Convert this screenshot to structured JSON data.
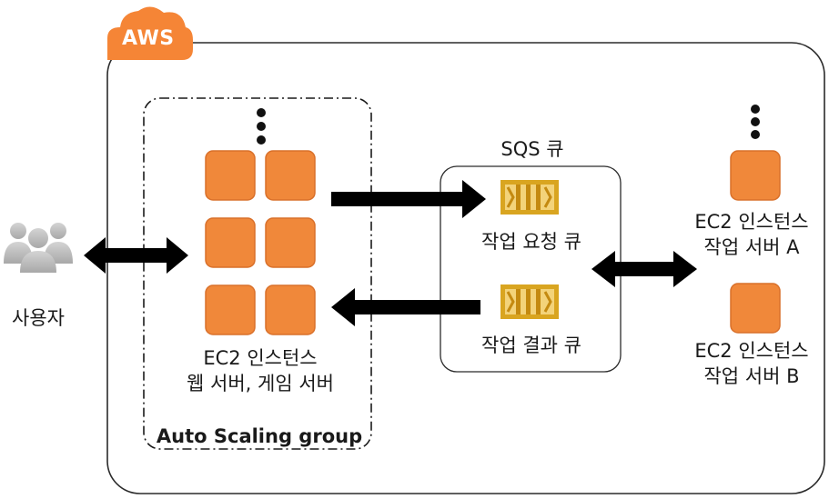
{
  "cloud": {
    "label": "AWS"
  },
  "user": {
    "label": "사용자"
  },
  "asg": {
    "label": "Auto Scaling group",
    "instances_line1": "EC2 인스턴스",
    "instances_line2": "웹 서버, 게임 서버"
  },
  "sqs": {
    "title": "SQS 큐",
    "request_queue": "작업 요청 큐",
    "result_queue": "작업 결과 큐"
  },
  "worker_a": {
    "line1": "EC2 인스턴스",
    "line2": "작업 서버 A"
  },
  "worker_b": {
    "line1": "EC2 인스턴스",
    "line2": "작업 서버 B"
  },
  "colors": {
    "ec2_orange": "#f0883a",
    "ec2_border": "#d9702a",
    "aws_badge": "#f58536",
    "queue_gold": "#d9a520",
    "arrow": "#000000",
    "user_gray": "#bdbdbd"
  }
}
